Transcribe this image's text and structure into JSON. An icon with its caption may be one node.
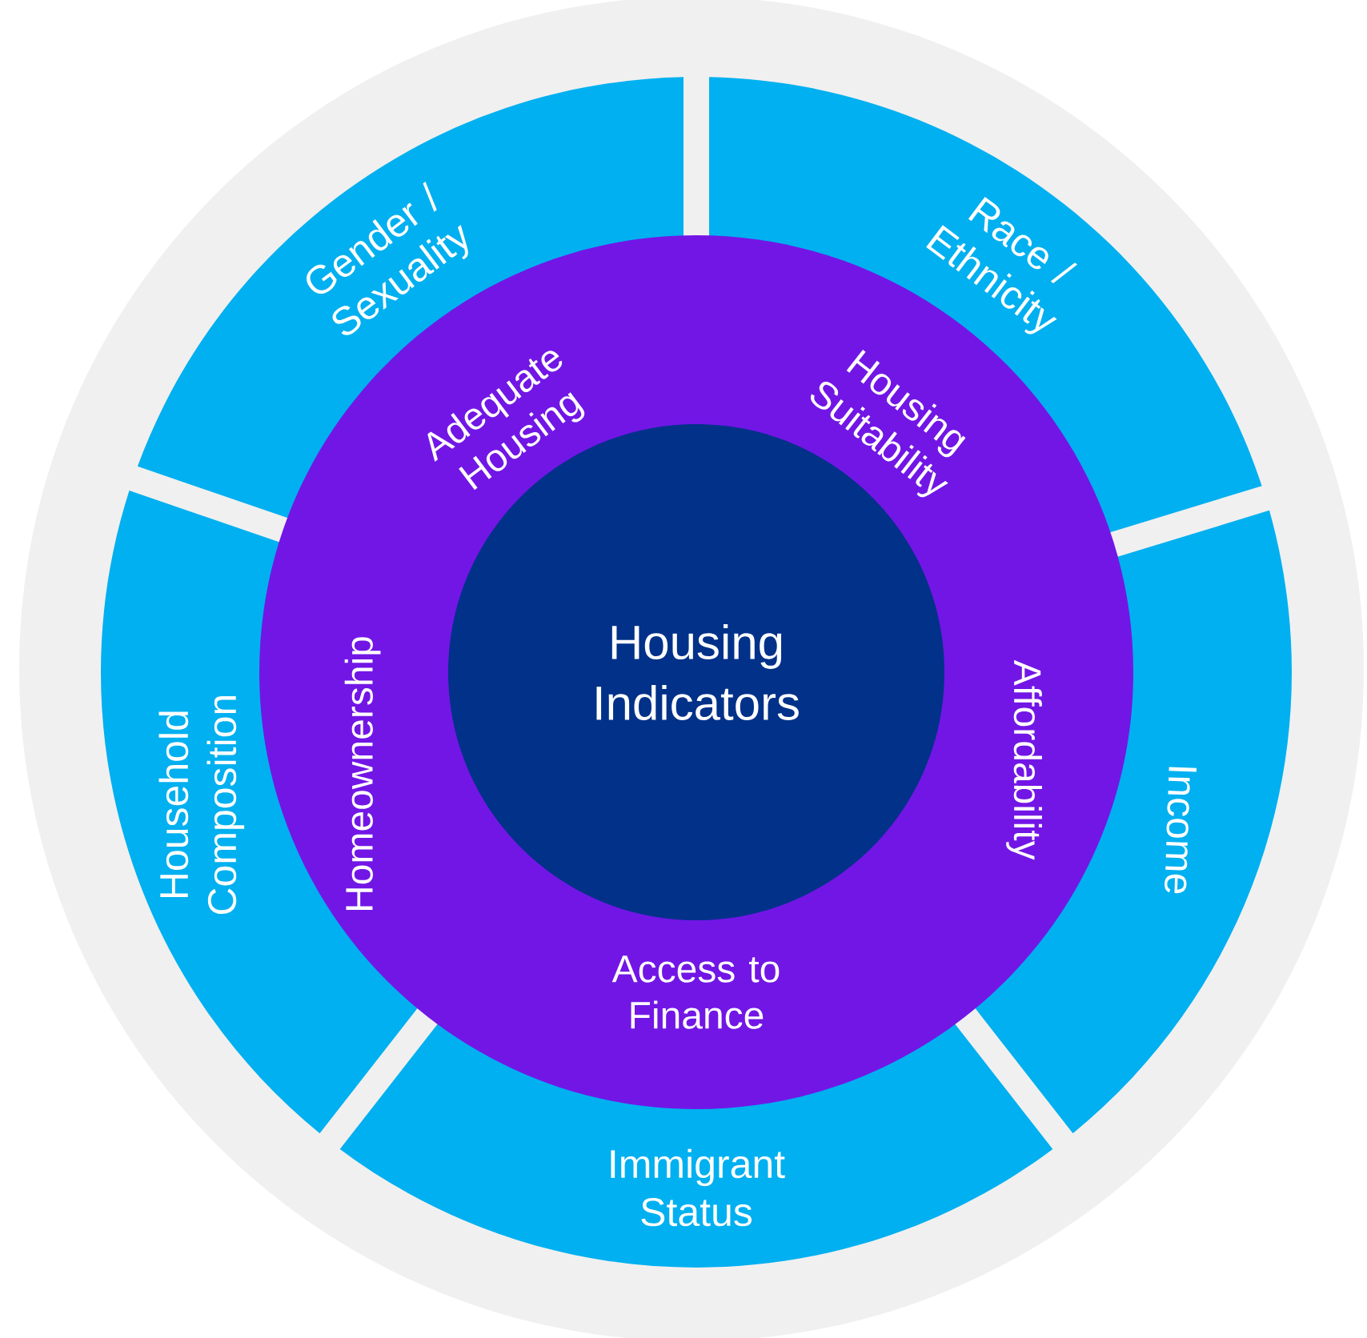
{
  "diagram": {
    "nodes": [
      {
        "text": [
          "Gender / Sexuality"
        ]
      },
      {
        "text": [
          "Race / Ethnicity"
        ]
      },
      {
        "text": [
          "Household Composition"
        ]
      },
      {
        "text": [
          "Income"
        ]
      },
      {
        "text": [
          "Immigrant Status"
        ]
      },
      {
        "text": [
          "Adequate Housing",
          "Housing Suitability",
          "Homeownership",
          "Affordability",
          "Access to Finance"
        ]
      },
      {
        "text": [
          "Housing Indicators"
        ],
        "in": 5
      }
    ]
  }
}
